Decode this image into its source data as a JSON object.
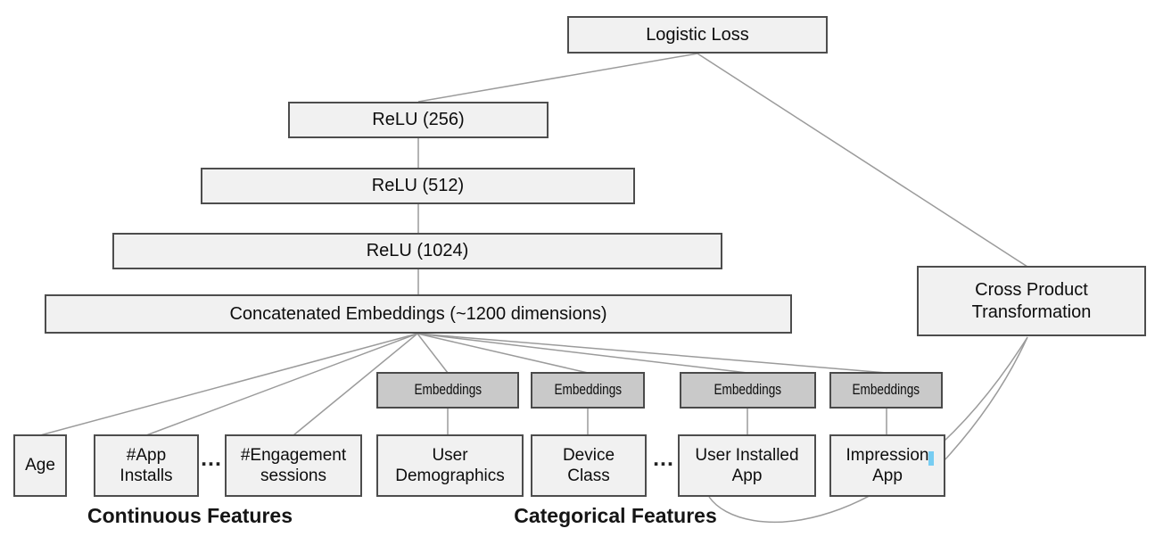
{
  "nodes": {
    "logistic_loss": "Logistic Loss",
    "relu_256": "ReLU (256)",
    "relu_512": "ReLU (512)",
    "relu_1024": "ReLU (1024)",
    "concatenated_embeddings": "Concatenated Embeddings (~1200 dimensions)",
    "cross_product_transformation": "Cross Product\nTransformation",
    "embeddings": "Embeddings",
    "age": "Age",
    "app_installs": "#App\nInstalls",
    "engagement_sessions": "#Engagement\nsessions",
    "user_demographics": "User\nDemographics",
    "device_class": "Device\nClass",
    "user_installed_app": "User Installed\nApp",
    "impression_app": "Impression\nApp"
  },
  "ellipsis": "...",
  "group_labels": {
    "continuous": "Continuous Features",
    "categorical": "Categorical Features"
  },
  "colors": {
    "box_fill": "#f1f1f1",
    "embedding_fill": "#c9c9c9",
    "box_border": "#4d4d4d",
    "connector": "#9b9b9b",
    "text": "#0d0d0d",
    "artifact_blue": "#62c7f2"
  }
}
